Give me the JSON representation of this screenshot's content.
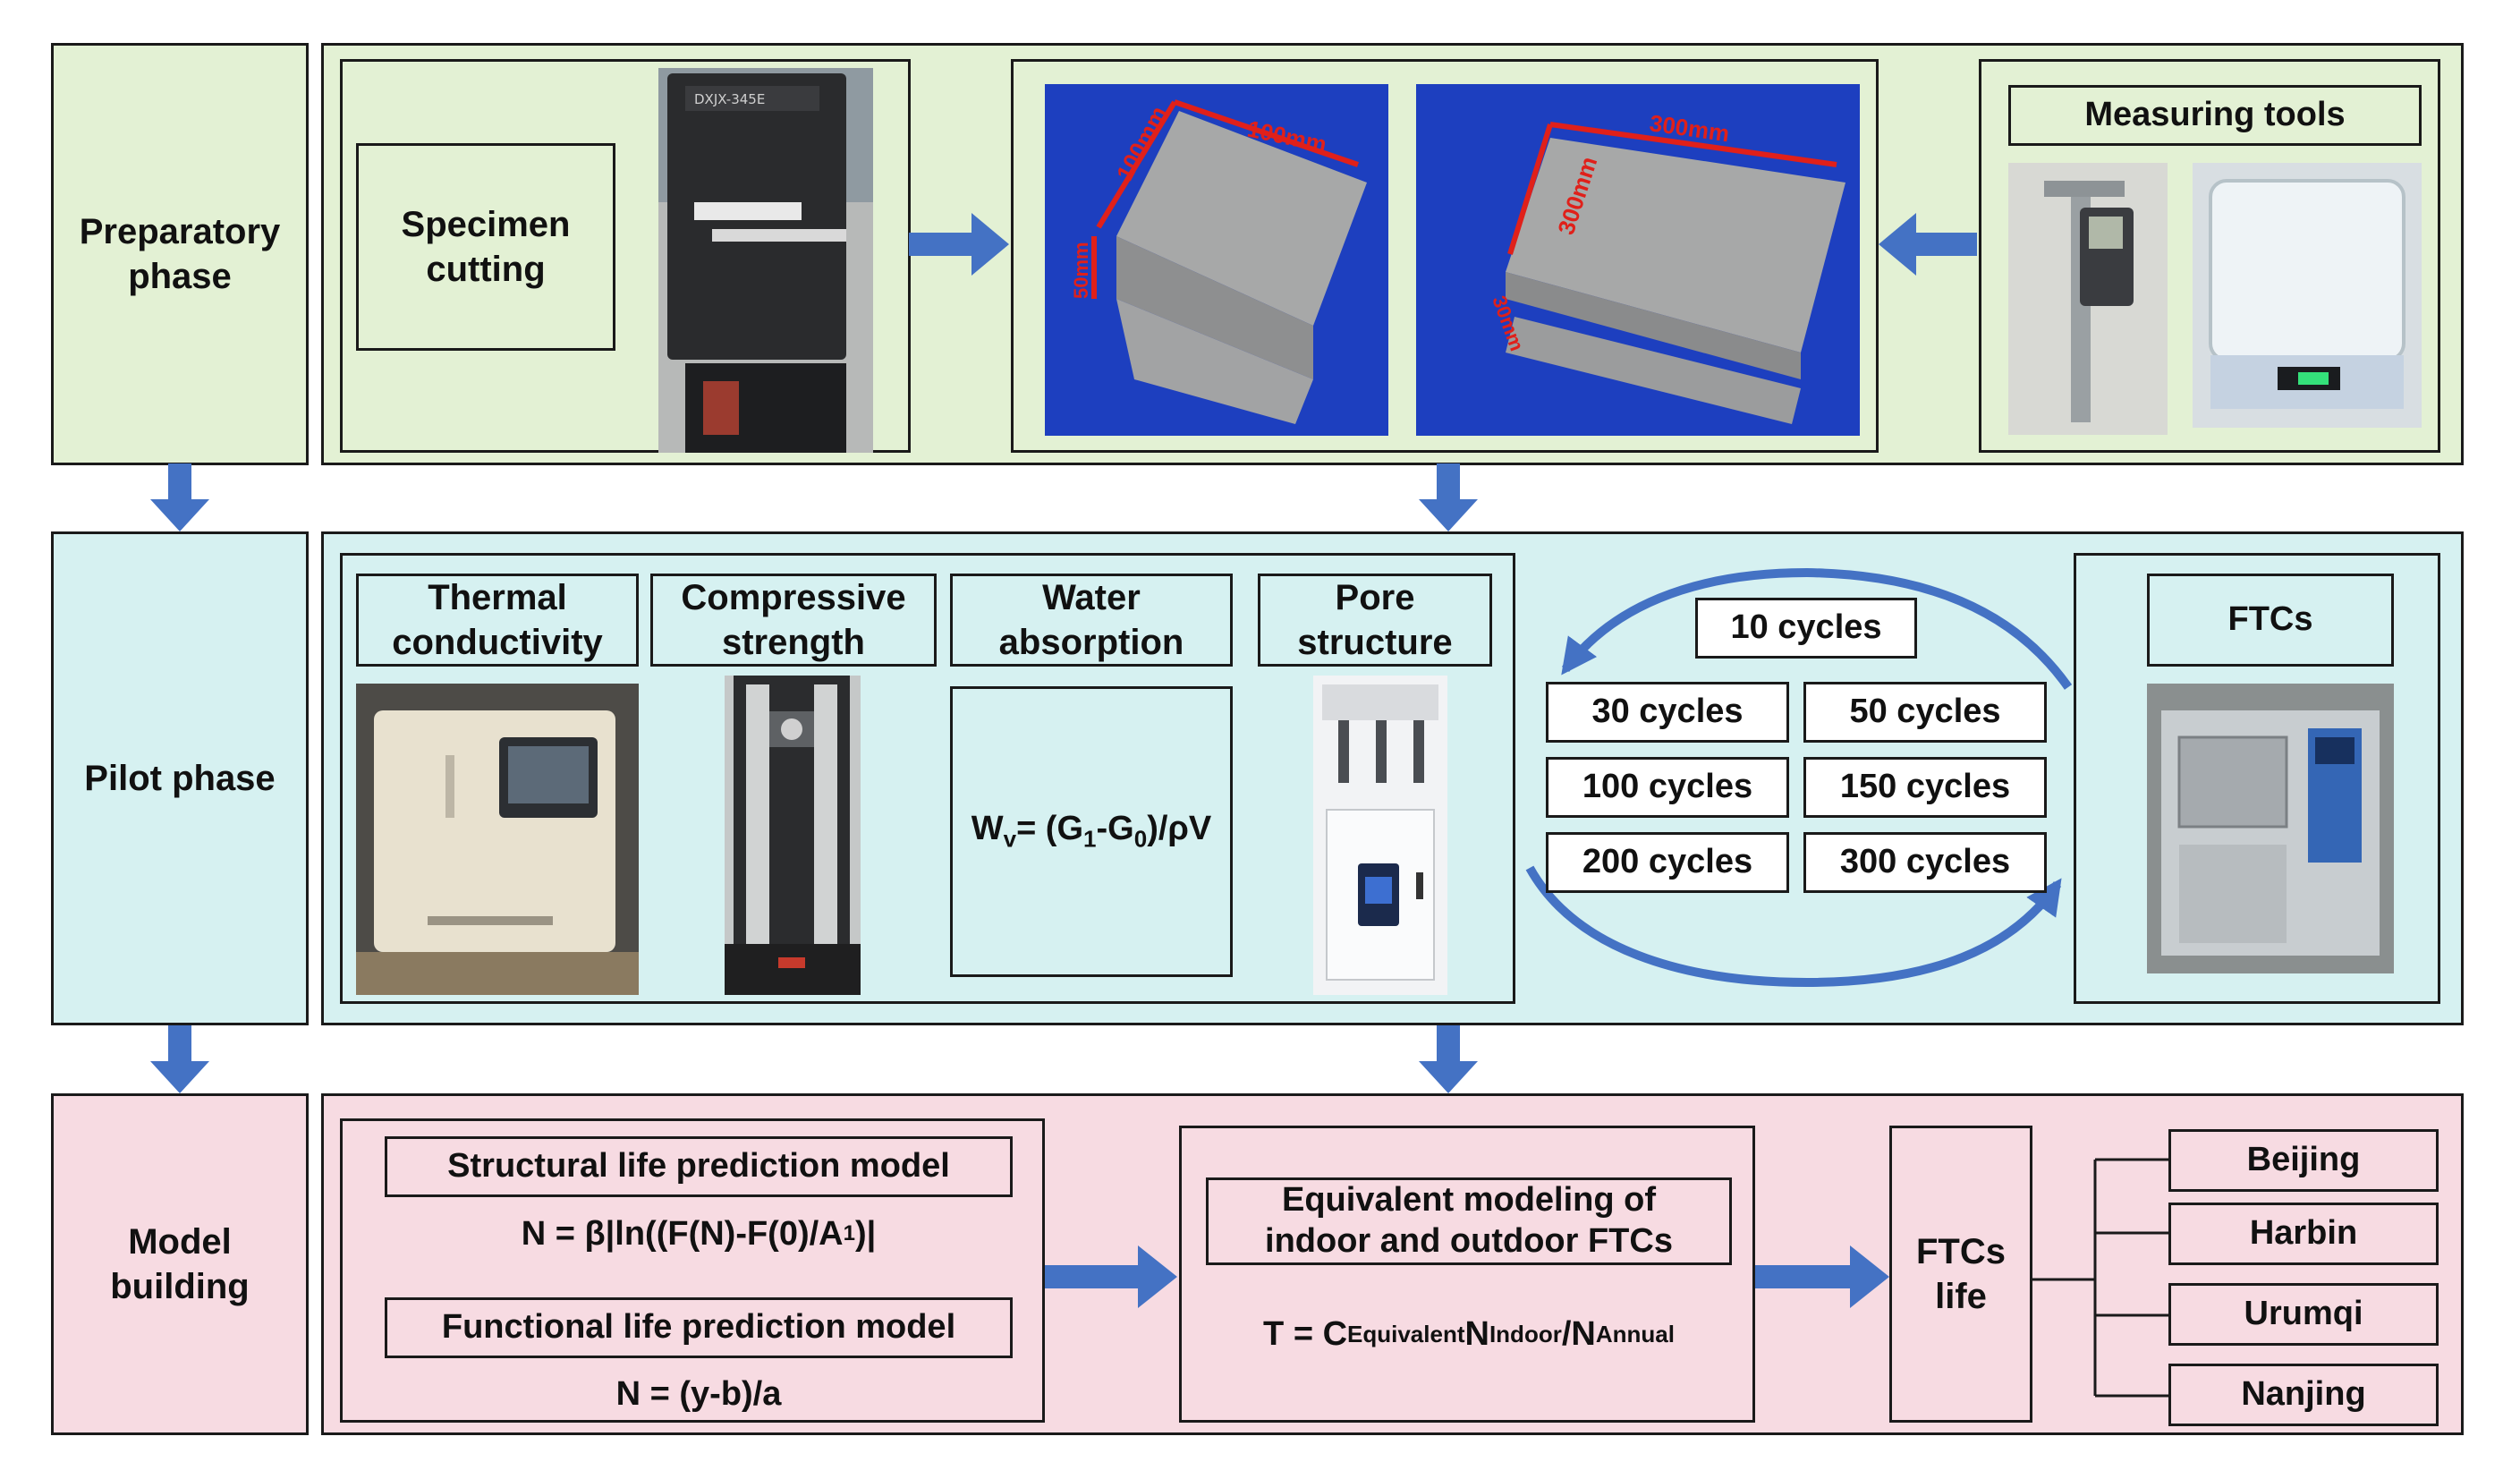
{
  "phases": {
    "preparatory": [
      "Preparatory",
      "phase"
    ],
    "pilot": "Pilot phase",
    "model": [
      "Model",
      "building"
    ]
  },
  "prep": {
    "specimen_cutting": [
      "Specimen",
      "cutting"
    ],
    "saw_brand": "DXJX-345E",
    "dims_small": {
      "a": "100mm",
      "b": "100mm",
      "c": "50mm"
    },
    "dims_large": {
      "a": "300mm",
      "b": "300mm",
      "c": "30mm"
    },
    "measuring_tools": "Measuring tools"
  },
  "pilot": {
    "tests": [
      [
        "Thermal",
        "conductivity"
      ],
      [
        "Compressive",
        "strength"
      ],
      [
        "Water",
        "absorption"
      ],
      [
        "Pore",
        "structure"
      ]
    ],
    "formula_water": {
      "w": "W",
      "w_sub": "v",
      "mid1": "= (G",
      "s1": "1",
      "mid2": "-G",
      "s2": "0",
      "end": ")/ρV"
    },
    "cycles": [
      "10 cycles",
      "30 cycles",
      "50 cycles",
      "100 cycles",
      "150 cycles",
      "200 cycles",
      "300 cycles"
    ],
    "ftcs": "FTCs"
  },
  "model": {
    "structural_title": "Structural life prediction model",
    "structural_eq": {
      "main": "N = β|ln((F(N)-F(0)/A",
      "sub": "1",
      "end": ")|"
    },
    "functional_title": "Functional life prediction model",
    "functional_eq": "N = (y-b)/a",
    "equivalent_title": [
      "Equivalent modeling of",
      "indoor and outdoor FTCs"
    ],
    "equivalent_eq": {
      "t": "T = C",
      "s1": "Equivalent",
      "n1": "N",
      "s2": "Indoor",
      "n2": "/N",
      "s3": "Annual"
    },
    "ftcs_life": [
      "FTCs",
      "life"
    ],
    "cities": [
      "Beijing",
      "Harbin",
      "Urumqi",
      "Nanjing"
    ]
  },
  "colors": {
    "green_bg": "#e3f1d4",
    "cyan_bg": "#d6f1f1",
    "pink_bg": "#f7dbe2",
    "arrow": "#4472c4",
    "dimension_red": "#e0201a"
  }
}
